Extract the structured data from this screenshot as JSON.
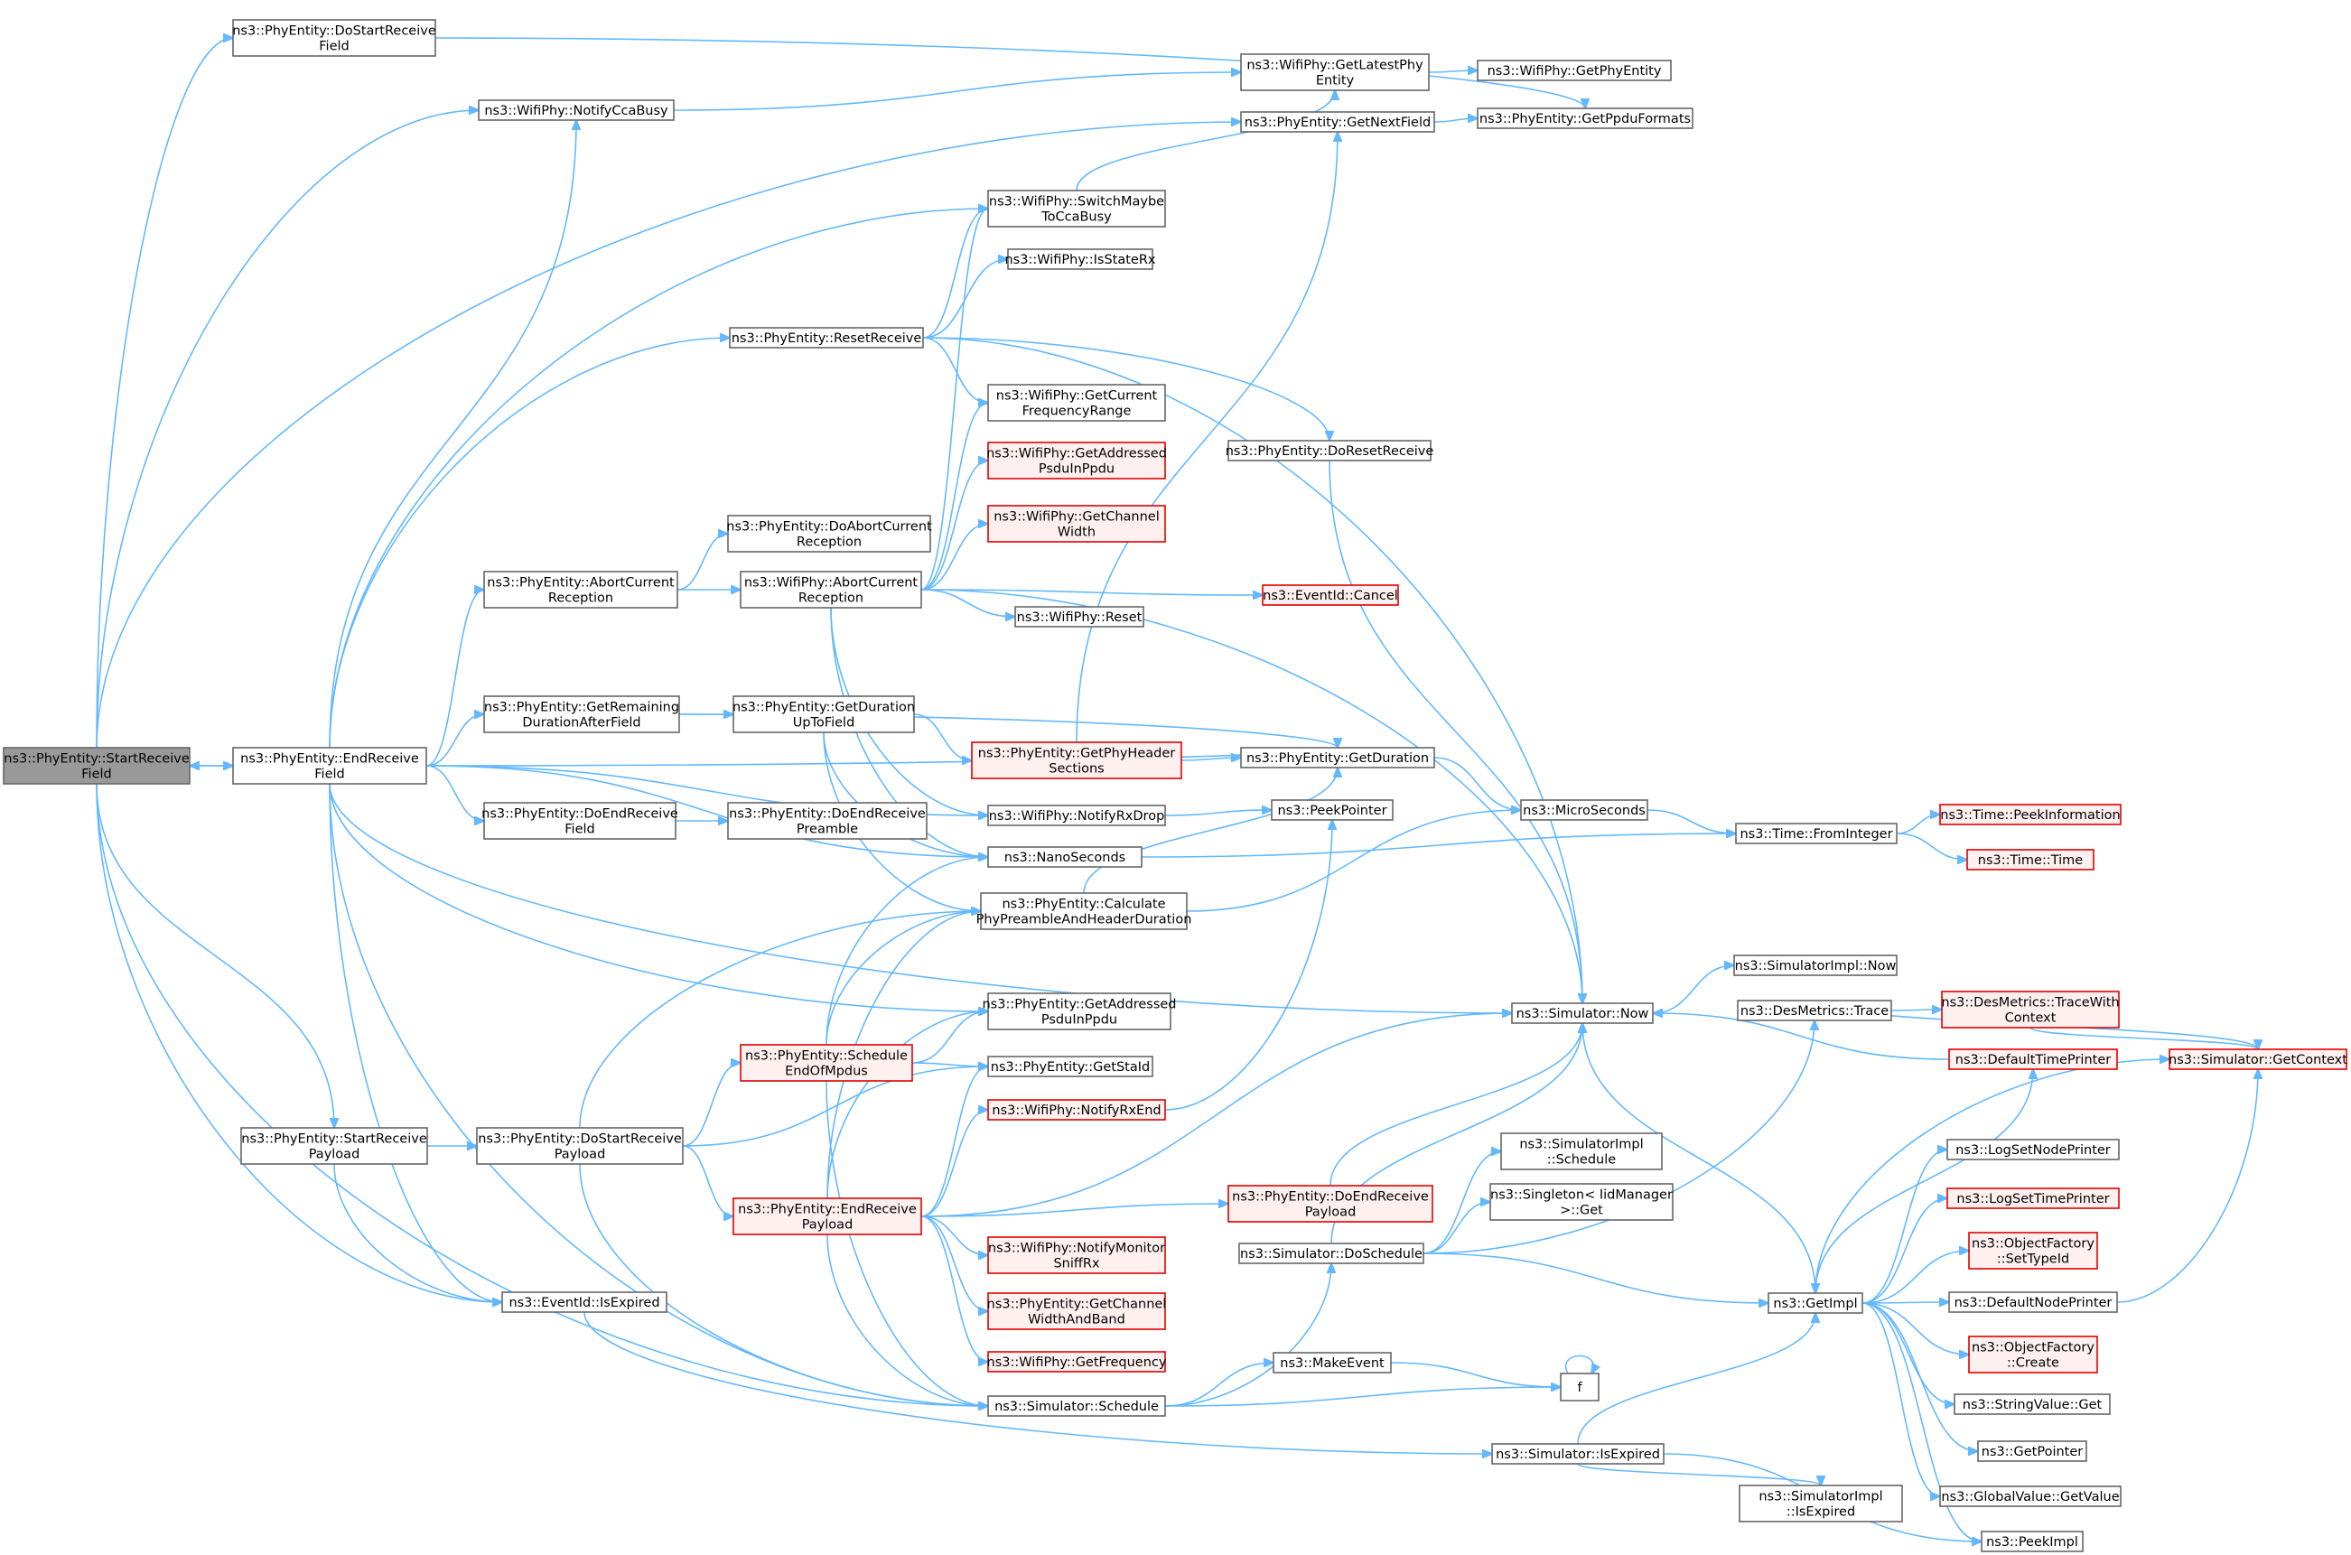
{
  "graph": {
    "colors": {
      "edge": "#63b8ff",
      "node_border": "#666666",
      "node_fill": "#ffffff",
      "root_fill": "#999999",
      "red_border": "#e00000",
      "red_fill": "#fff0f0"
    },
    "nodes": {
      "n0": {
        "lines": [
          "ns3::PhyEntity::StartReceive",
          "Field"
        ],
        "style": "root"
      },
      "n1": {
        "lines": [
          "ns3::PhyEntity::DoStartReceive",
          "Field"
        ]
      },
      "n2": {
        "lines": [
          "ns3::WifiPhy::NotifyCcaBusy"
        ]
      },
      "n3": {
        "lines": [
          "ns3::PhyEntity::EndReceive",
          "Field"
        ]
      },
      "n4": {
        "lines": [
          "ns3::PhyEntity::StartReceive",
          "Payload"
        ]
      },
      "n5": {
        "lines": [
          "ns3::EventId::IsExpired"
        ]
      },
      "n6": {
        "lines": [
          "ns3::PhyEntity::ResetReceive"
        ]
      },
      "n7": {
        "lines": [
          "ns3::PhyEntity::AbortCurrent",
          "Reception"
        ]
      },
      "n8": {
        "lines": [
          "ns3::PhyEntity::GetRemaining",
          "DurationAfterField"
        ]
      },
      "n9": {
        "lines": [
          "ns3::PhyEntity::DoEndReceive",
          "Field"
        ]
      },
      "n10": {
        "lines": [
          "ns3::PhyEntity::DoStartReceive",
          "Payload"
        ]
      },
      "n11": {
        "lines": [
          "ns3::PhyEntity::DoAbortCurrent",
          "Reception"
        ]
      },
      "n12": {
        "lines": [
          "ns3::WifiPhy::AbortCurrent",
          "Reception"
        ]
      },
      "n13": {
        "lines": [
          "ns3::PhyEntity::GetDuration",
          "UpToField"
        ]
      },
      "n14": {
        "lines": [
          "ns3::PhyEntity::DoEndReceive",
          "Preamble"
        ]
      },
      "n15": {
        "lines": [
          "ns3::PhyEntity::Schedule",
          "EndOfMpdus"
        ],
        "style": "red"
      },
      "n16": {
        "lines": [
          "ns3::PhyEntity::EndReceive",
          "Payload"
        ],
        "style": "red"
      },
      "n17": {
        "lines": [
          "ns3::WifiPhy::SwitchMaybe",
          "ToCcaBusy"
        ]
      },
      "n18": {
        "lines": [
          "ns3::WifiPhy::IsStateRx"
        ]
      },
      "n19": {
        "lines": [
          "ns3::WifiPhy::GetCurrent",
          "FrequencyRange"
        ]
      },
      "n20": {
        "lines": [
          "ns3::WifiPhy::GetAddressed",
          "PsduInPpdu"
        ],
        "style": "red"
      },
      "n21": {
        "lines": [
          "ns3::WifiPhy::GetChannel",
          "Width"
        ],
        "style": "red"
      },
      "n22": {
        "lines": [
          "ns3::WifiPhy::Reset"
        ]
      },
      "n23": {
        "lines": [
          "ns3::PhyEntity::GetPhyHeader",
          "Sections"
        ],
        "style": "red"
      },
      "n24": {
        "lines": [
          "ns3::WifiPhy::NotifyRxDrop"
        ]
      },
      "n25": {
        "lines": [
          "ns3::NanoSeconds"
        ]
      },
      "n26": {
        "lines": [
          "ns3::PhyEntity::Calculate",
          "PhyPreambleAndHeaderDuration"
        ]
      },
      "n27": {
        "lines": [
          "ns3::PhyEntity::GetAddressed",
          "PsduInPpdu"
        ]
      },
      "n28": {
        "lines": [
          "ns3::PhyEntity::GetStaId"
        ]
      },
      "n29": {
        "lines": [
          "ns3::WifiPhy::NotifyRxEnd"
        ],
        "style": "red"
      },
      "n30": {
        "lines": [
          "ns3::WifiPhy::NotifyMonitor",
          "SniffRx"
        ],
        "style": "red"
      },
      "n31": {
        "lines": [
          "ns3::PhyEntity::GetChannel",
          "WidthAndBand"
        ],
        "style": "red"
      },
      "n32": {
        "lines": [
          "ns3::WifiPhy::GetFrequency"
        ],
        "style": "red"
      },
      "n33": {
        "lines": [
          "ns3::Simulator::Schedule"
        ]
      },
      "n34": {
        "lines": [
          "ns3::WifiPhy::GetLatestPhy",
          "Entity"
        ]
      },
      "n35": {
        "lines": [
          "ns3::PhyEntity::GetNextField"
        ]
      },
      "n36": {
        "lines": [
          "ns3::PhyEntity::DoResetReceive"
        ]
      },
      "n37": {
        "lines": [
          "ns3::EventId::Cancel"
        ],
        "style": "red"
      },
      "n38": {
        "lines": [
          "ns3::PhyEntity::GetDuration"
        ]
      },
      "n39": {
        "lines": [
          "ns3::PeekPointer"
        ]
      },
      "n40": {
        "lines": [
          "ns3::PhyEntity::DoEndReceive",
          "Payload"
        ],
        "style": "red"
      },
      "n41": {
        "lines": [
          "ns3::Simulator::DoSchedule"
        ]
      },
      "n42": {
        "lines": [
          "ns3::MakeEvent"
        ]
      },
      "n43": {
        "lines": [
          "ns3::Simulator::IsExpired"
        ]
      },
      "n44": {
        "lines": [
          "ns3::WifiPhy::GetPhyEntity"
        ]
      },
      "n45": {
        "lines": [
          "ns3::PhyEntity::GetPpduFormats"
        ]
      },
      "n46": {
        "lines": [
          "ns3::MicroSeconds"
        ]
      },
      "n47": {
        "lines": [
          "ns3::Simulator::Now"
        ]
      },
      "n48": {
        "lines": [
          "ns3::SimulatorImpl",
          "::Schedule"
        ]
      },
      "n49": {
        "lines": [
          "ns3::Singleton< IidManager",
          ">::Get"
        ]
      },
      "n50": {
        "lines": [
          "f"
        ]
      },
      "n51": {
        "lines": [
          "ns3::GetImpl"
        ]
      },
      "n52": {
        "lines": [
          "ns3::SimulatorImpl",
          "::IsExpired"
        ]
      },
      "n53": {
        "lines": [
          "ns3::Time::FromInteger"
        ]
      },
      "n54": {
        "lines": [
          "ns3::SimulatorImpl::Now"
        ]
      },
      "n55": {
        "lines": [
          "ns3::DesMetrics::Trace"
        ]
      },
      "n56": {
        "lines": [
          "ns3::DefaultTimePrinter"
        ],
        "style": "red"
      },
      "n57": {
        "lines": [
          "ns3::LogSetNodePrinter"
        ]
      },
      "n58": {
        "lines": [
          "ns3::LogSetTimePrinter"
        ],
        "style": "red"
      },
      "n59": {
        "lines": [
          "ns3::ObjectFactory",
          "::SetTypeId"
        ],
        "style": "red"
      },
      "n60": {
        "lines": [
          "ns3::DefaultNodePrinter"
        ]
      },
      "n61": {
        "lines": [
          "ns3::ObjectFactory",
          "::Create"
        ],
        "style": "red"
      },
      "n62": {
        "lines": [
          "ns3::StringValue::Get"
        ]
      },
      "n63": {
        "lines": [
          "ns3::GetPointer"
        ]
      },
      "n64": {
        "lines": [
          "ns3::GlobalValue::GetValue"
        ]
      },
      "n65": {
        "lines": [
          "ns3::PeekImpl"
        ]
      },
      "n66": {
        "lines": [
          "ns3::Time::PeekInformation"
        ],
        "style": "red"
      },
      "n67": {
        "lines": [
          "ns3::Time::Time"
        ],
        "style": "red"
      },
      "n68": {
        "lines": [
          "ns3::DesMetrics::TraceWith",
          "Context"
        ],
        "style": "red"
      },
      "n69": {
        "lines": [
          "ns3::Simulator::GetContext"
        ],
        "style": "red"
      }
    }
  }
}
